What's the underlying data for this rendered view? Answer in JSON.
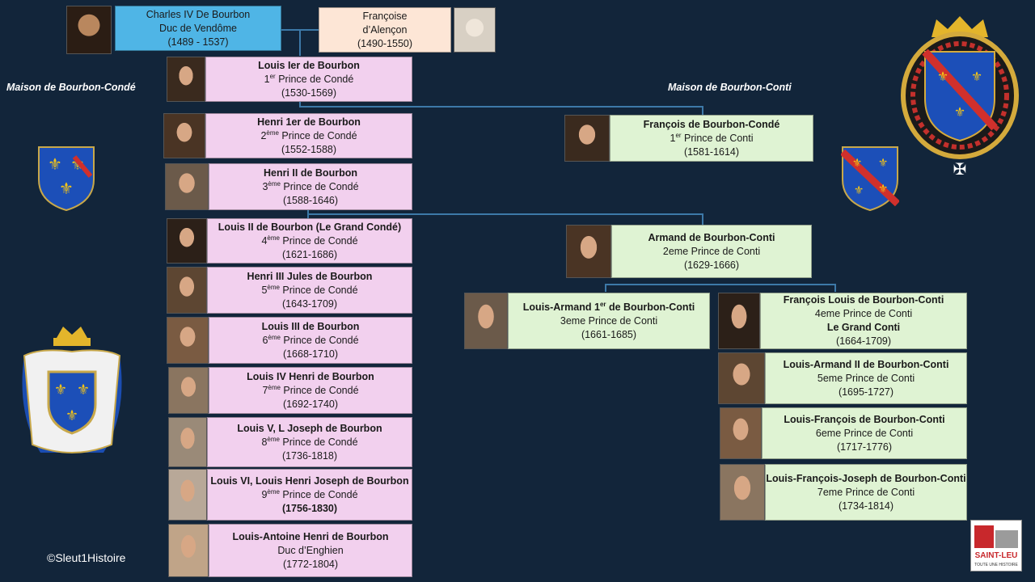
{
  "houses": {
    "conde": "Maison de Bourbon-Condé",
    "conti": "Maison de Bourbon-Conti"
  },
  "copyright": "©Sleut1Histoire",
  "logo": {
    "text": "SAINT-LEU",
    "subtext": "TOUTE UNE HISTOIRE"
  },
  "parents": {
    "father": {
      "name": "Charles IV De Bourbon",
      "title": "Duc de Vendôme",
      "dates": "(1489 - 1537)"
    },
    "mother": {
      "name": "Françoise",
      "title": "d’Alençon",
      "dates": "(1490-1550)"
    }
  },
  "conde": [
    {
      "name": "Louis Ier de Bourbon",
      "ord": "1",
      "sup": "er",
      "rank": " Prince de Condé",
      "dates": "(1530-1569)"
    },
    {
      "name": "Henri 1er de Bourbon",
      "ord": "2",
      "sup": "ème",
      "rank": " Prince de Condé",
      "dates": "(1552-1588)"
    },
    {
      "name": "Henri II de Bourbon",
      "ord": "3",
      "sup": "ème",
      "rank": " Prince de Condé",
      "dates": "(1588-1646)"
    },
    {
      "name": "Louis II de Bourbon (Le Grand Condé)",
      "ord": "4",
      "sup": "ème",
      "rank": " Prince de Condé",
      "dates": "(1621-1686)"
    },
    {
      "name": "Henri III Jules de Bourbon",
      "ord": "5",
      "sup": "ème",
      "rank": " Prince de Condé",
      "dates": "(1643-1709)"
    },
    {
      "name": "Louis III de Bourbon",
      "ord": "6",
      "sup": "ème",
      "rank": " Prince de Condé",
      "dates": "(1668-1710)"
    },
    {
      "name": "Louis IV  Henri de Bourbon",
      "ord": "7",
      "sup": "ème",
      "rank": " Prince de Condé",
      "dates": "(1692-1740)"
    },
    {
      "name": "Louis V, L Joseph de Bourbon",
      "ord": "8",
      "sup": "ème",
      "rank": " Prince de Condé",
      "dates": "(1736-1818)"
    },
    {
      "name": "Louis VI, Louis Henri Joseph de Bourbon",
      "ord": "9",
      "sup": "ème",
      "rank": " Prince de Condé",
      "dates": "(1756-1830)"
    },
    {
      "name": "Louis-Antoine Henri de Bourbon",
      "ord": "",
      "sup": "",
      "rank": "Duc d’Enghien",
      "dates": "(1772-1804)"
    }
  ],
  "conti": [
    {
      "name": "François de Bourbon-Condé",
      "ord": "1",
      "sup": "er",
      "rank": " Prince de Conti",
      "extra": "",
      "dates": "(1581-1614)"
    },
    {
      "name": "Armand de Bourbon-Conti",
      "ord": "2eme",
      "sup": "",
      "rank": "  Prince de Conti",
      "extra": "",
      "dates": "(1629-1666)"
    },
    {
      "name": "Louis-Armand 1",
      "namesup": "er",
      "nameend": " de Bourbon-Conti",
      "ord": "3eme",
      "sup": "",
      "rank": "  Prince de Conti",
      "extra": "",
      "dates": "(1661-1685)"
    },
    {
      "name": "François Louis  de Bourbon-Conti",
      "ord": "4eme",
      "sup": "",
      "rank": "  Prince de Conti",
      "extra": "Le Grand Conti",
      "dates": "(1664-1709)"
    },
    {
      "name": "Louis-Armand II de Bourbon-Conti",
      "ord": "5eme",
      "sup": "",
      "rank": "  Prince de Conti",
      "extra": "",
      "dates": "(1695-1727)"
    },
    {
      "name": "Louis-François de Bourbon-Conti",
      "ord": "6eme",
      "sup": "",
      "rank": "  Prince de Conti",
      "extra": "",
      "dates": "(1717-1776)"
    },
    {
      "name": "Louis-François-Joseph de Bourbon-Conti",
      "ord": "7eme",
      "sup": "",
      "rank": "  Prince de Conti",
      "extra": "",
      "dates": "(1734-1814)"
    }
  ],
  "colors": {
    "background": "#12253a",
    "conde_box": "#f2d0ee",
    "conti_box": "#dff3d3",
    "father_box": "#4fb5e6",
    "mother_box": "#fde6d6",
    "connector": "#3d79a8"
  }
}
